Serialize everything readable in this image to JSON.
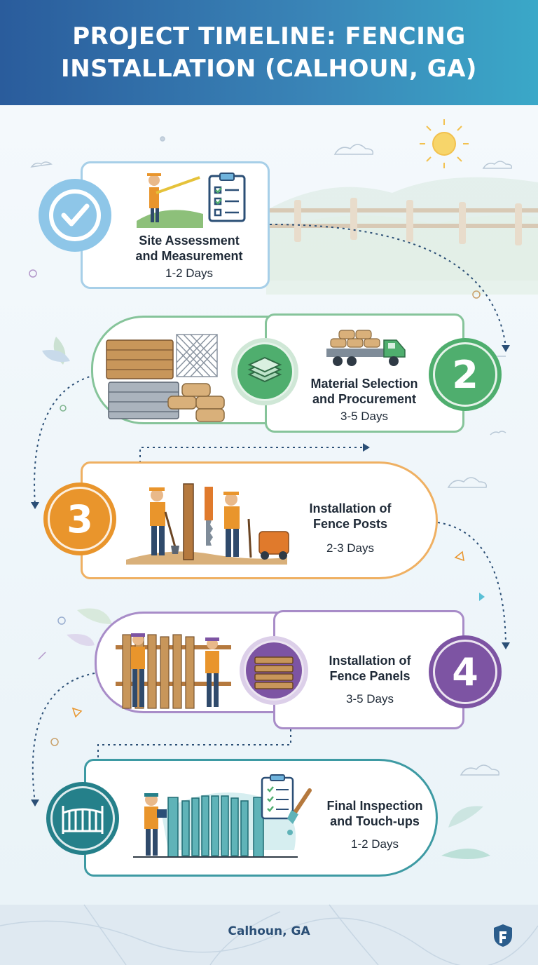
{
  "header": {
    "title_line1": "PROJECT TIMELINE: FENCING",
    "title_line2": "INSTALLATION (CALHOUN, GA)"
  },
  "steps": [
    {
      "title_line1": "Site Assessment",
      "title_line2": "and Measurement",
      "duration": "1-2 Days",
      "color": "#6fb3dc"
    },
    {
      "title_line1": "Material Selection",
      "title_line2": "and Procurement",
      "duration": "3-5 Days",
      "color": "#4fae6e",
      "number": "2"
    },
    {
      "title_line1": "Installation of",
      "title_line2": "Fence Posts",
      "duration": "2-3 Days",
      "color": "#e9952c",
      "number": "3"
    },
    {
      "title_line1": "Installation of",
      "title_line2": "Fence Panels",
      "duration": "3-5 Days",
      "color": "#7d54a3",
      "number": "4"
    },
    {
      "title_line1": "Final Inspection",
      "title_line2": "and Touch-ups",
      "duration": "1-2 Days",
      "color": "#25808a"
    }
  ],
  "footer": {
    "location": "Calhoun, GA"
  },
  "icons": [
    "checkmark-icon",
    "surveyor-icon",
    "clipboard-icon",
    "lumber-icon",
    "layers-icon",
    "truck-icon",
    "post-digging-icon",
    "fence-panel-icon",
    "gate-icon",
    "paintbrush-icon",
    "shield-logo-icon",
    "sun-icon"
  ]
}
